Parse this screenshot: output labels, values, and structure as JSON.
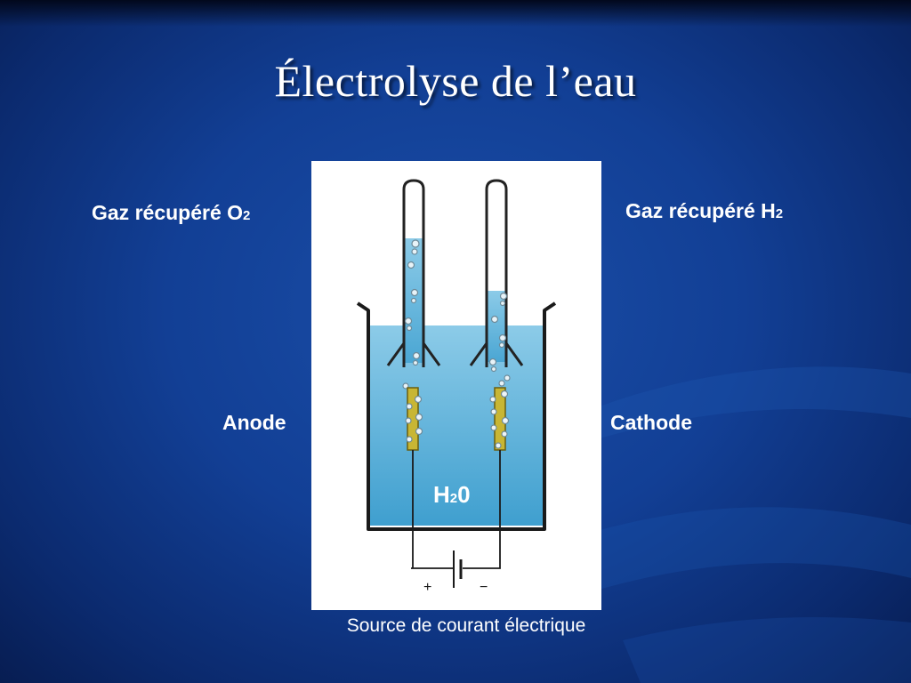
{
  "title": "Électrolyse de l’eau",
  "labels": {
    "o2_gas": "Gaz récupéré O",
    "o2_sub": "2",
    "h2_gas": "Gaz récupéré H",
    "h2_sub": "2",
    "anode": "Anode",
    "cathode": "Cathode"
  },
  "diagram": {
    "water_main": "H",
    "water_sub": "2",
    "water_end": "0",
    "plus_sign": "+",
    "minus_sign": "−"
  },
  "caption": "Source de courant électrique",
  "colors": {
    "arrow": "#1a9ad6",
    "water": "#5fb4dc",
    "electrode": "#c8b634",
    "background": "#123f95"
  }
}
